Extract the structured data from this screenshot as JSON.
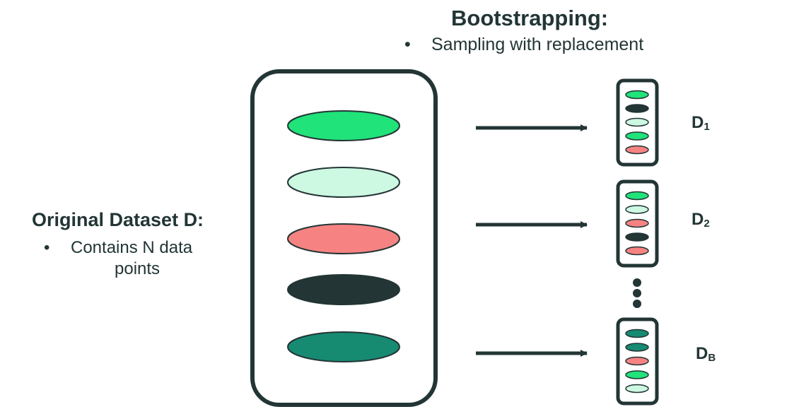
{
  "bootstrapping": {
    "title": "Bootstrapping:",
    "bullet": "Sampling with replacement"
  },
  "original": {
    "title": "Original Dataset D:",
    "bullet_line1": "Contains N data",
    "bullet_line2": "points",
    "items": [
      "#20e37a",
      "#cdf8e2",
      "#f68382",
      "#233535",
      "#178a72"
    ]
  },
  "bootstrap_samples": [
    {
      "label_main": "D",
      "label_sub": "1",
      "items": [
        "#20e37a",
        "#233535",
        "#cdf8e2",
        "#20e37a",
        "#f68382"
      ]
    },
    {
      "label_main": "D",
      "label_sub": "2",
      "items": [
        "#20e37a",
        "#cdf8e2",
        "#f68382",
        "#233535",
        "#f68382"
      ]
    },
    {
      "label_main": "D",
      "label_sub": "B",
      "items": [
        "#178a72",
        "#178a72",
        "#f68382",
        "#20e37a",
        "#cdf8e2"
      ]
    }
  ],
  "colors": {
    "ink": "#233535",
    "green": "#20e37a",
    "mint": "#cdf8e2",
    "salmon": "#f68382",
    "dark": "#233535",
    "teal": "#178a72"
  }
}
